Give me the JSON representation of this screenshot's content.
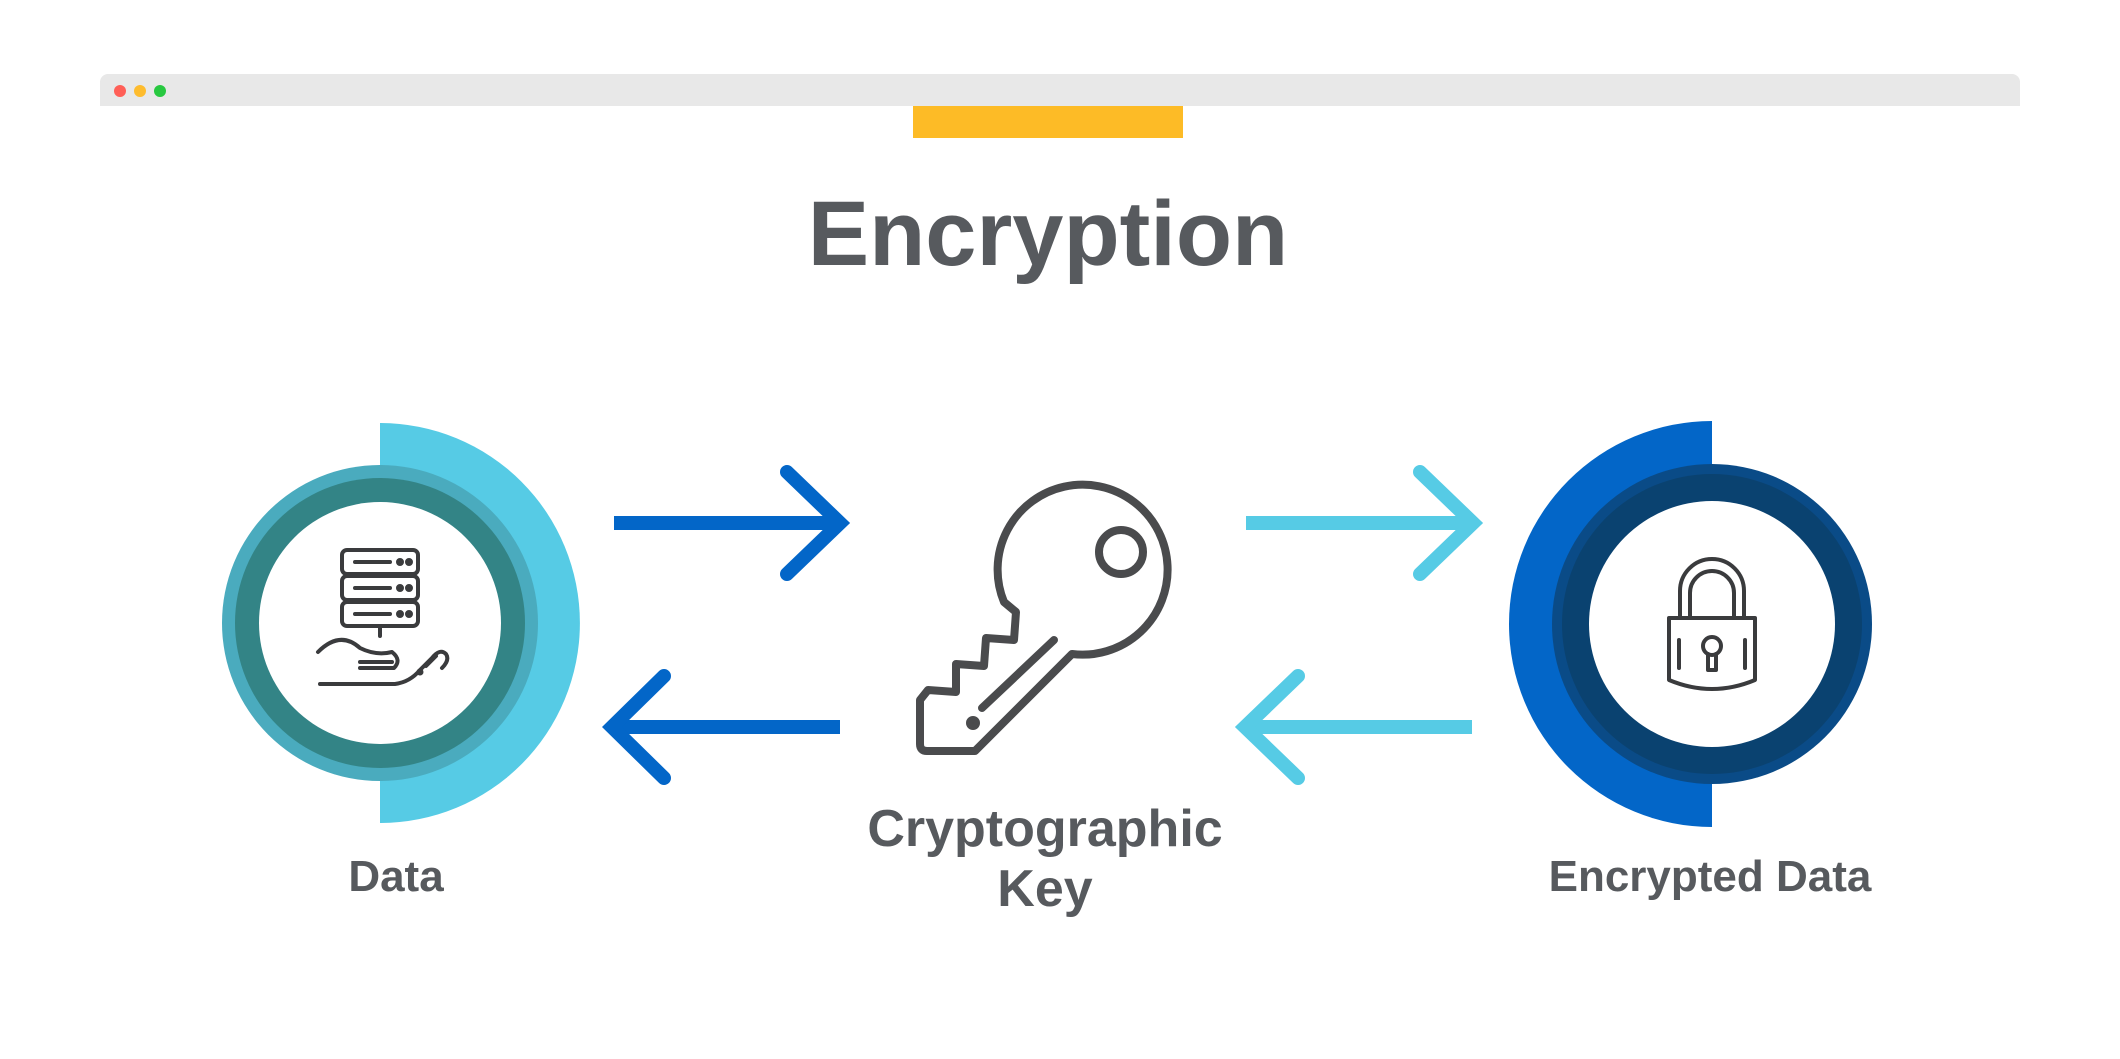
{
  "title": "Encryption",
  "labels": {
    "data": "Data",
    "key_line1": "Cryptographic",
    "key_line2": "Key",
    "encrypted": "Encrypted Data"
  },
  "icons": {
    "data": "server-hand-icon",
    "key": "key-icon",
    "encrypted": "padlock-icon"
  },
  "colors": {
    "accent": "#fdbb26",
    "light_blue": "#56cbe5",
    "dark_blue": "#0366c8",
    "teal_ring": "#338486",
    "navy_ring": "#0a4270",
    "text": "#575a5e"
  }
}
